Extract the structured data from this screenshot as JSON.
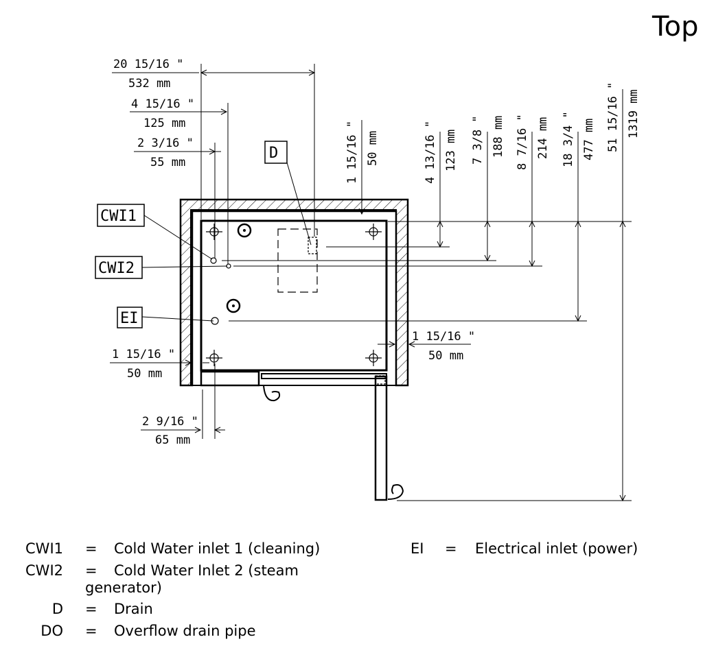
{
  "view_title": "Top",
  "dimensions": {
    "d1_in": "20 15/16 \"",
    "d1_mm": "532 mm",
    "d2_in": "4 15/16 \"",
    "d2_mm": "125 mm",
    "d3_in": "2 3/16 \"",
    "d3_mm": "55 mm",
    "d4_in": "1 15/16 \"",
    "d4_mm": "50 mm",
    "d5_in": "4 13/16 \"",
    "d5_mm": "123 mm",
    "d6_in": "7 3/8 \"",
    "d6_mm": "188 mm",
    "d7_in": "8 7/16 \"",
    "d7_mm": "214 mm",
    "d8_in": "18 3/4 \"",
    "d8_mm": "477 mm",
    "d9_in": "51 15/16 \"",
    "d9_mm": "1319 mm",
    "d10_in": "1 15/16 \"",
    "d10_mm": "50 mm",
    "d11_in": "1 15/16 \"",
    "d11_mm": "50 mm",
    "d12_in": "2 9/16 \"",
    "d12_mm": "65 mm"
  },
  "labels": {
    "drain": "D",
    "cwi1": "CWI1",
    "cwi2": "CWI2",
    "ei": "EI"
  },
  "legend": [
    {
      "abbr": "CWI1",
      "eq": "=",
      "desc": "Cold Water inlet 1 (cleaning)"
    },
    {
      "abbr": "CWI2",
      "eq": "=",
      "desc": "Cold Water Inlet 2 (steam",
      "desc2": "generator)"
    },
    {
      "abbr": "D",
      "eq": "=",
      "desc": "Drain"
    },
    {
      "abbr": "DO",
      "eq": "=",
      "desc": "Overflow drain pipe"
    },
    {
      "abbr": "EI",
      "eq": "=",
      "desc": "Electrical inlet (power)"
    }
  ]
}
